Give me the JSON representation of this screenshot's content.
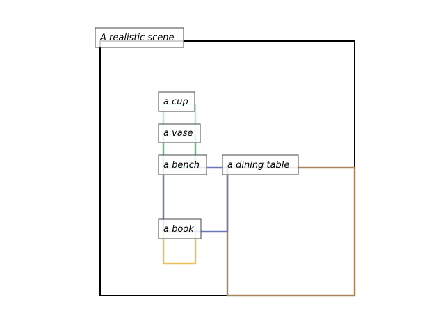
{
  "scene": {
    "title": "A realistic scene",
    "frame_color": "#000000"
  },
  "objects": [
    {
      "id": "dining-table",
      "label": "a dining table",
      "color": "#a8865e"
    },
    {
      "id": "book",
      "label": "a book",
      "color": "#e8c15a"
    },
    {
      "id": "bench",
      "label": "a bench",
      "color": "#6a7ab8"
    },
    {
      "id": "vase",
      "label": "a vase",
      "color": "#5cbf7a"
    },
    {
      "id": "cup",
      "label": "a cup",
      "color": "#a8eedc"
    }
  ]
}
